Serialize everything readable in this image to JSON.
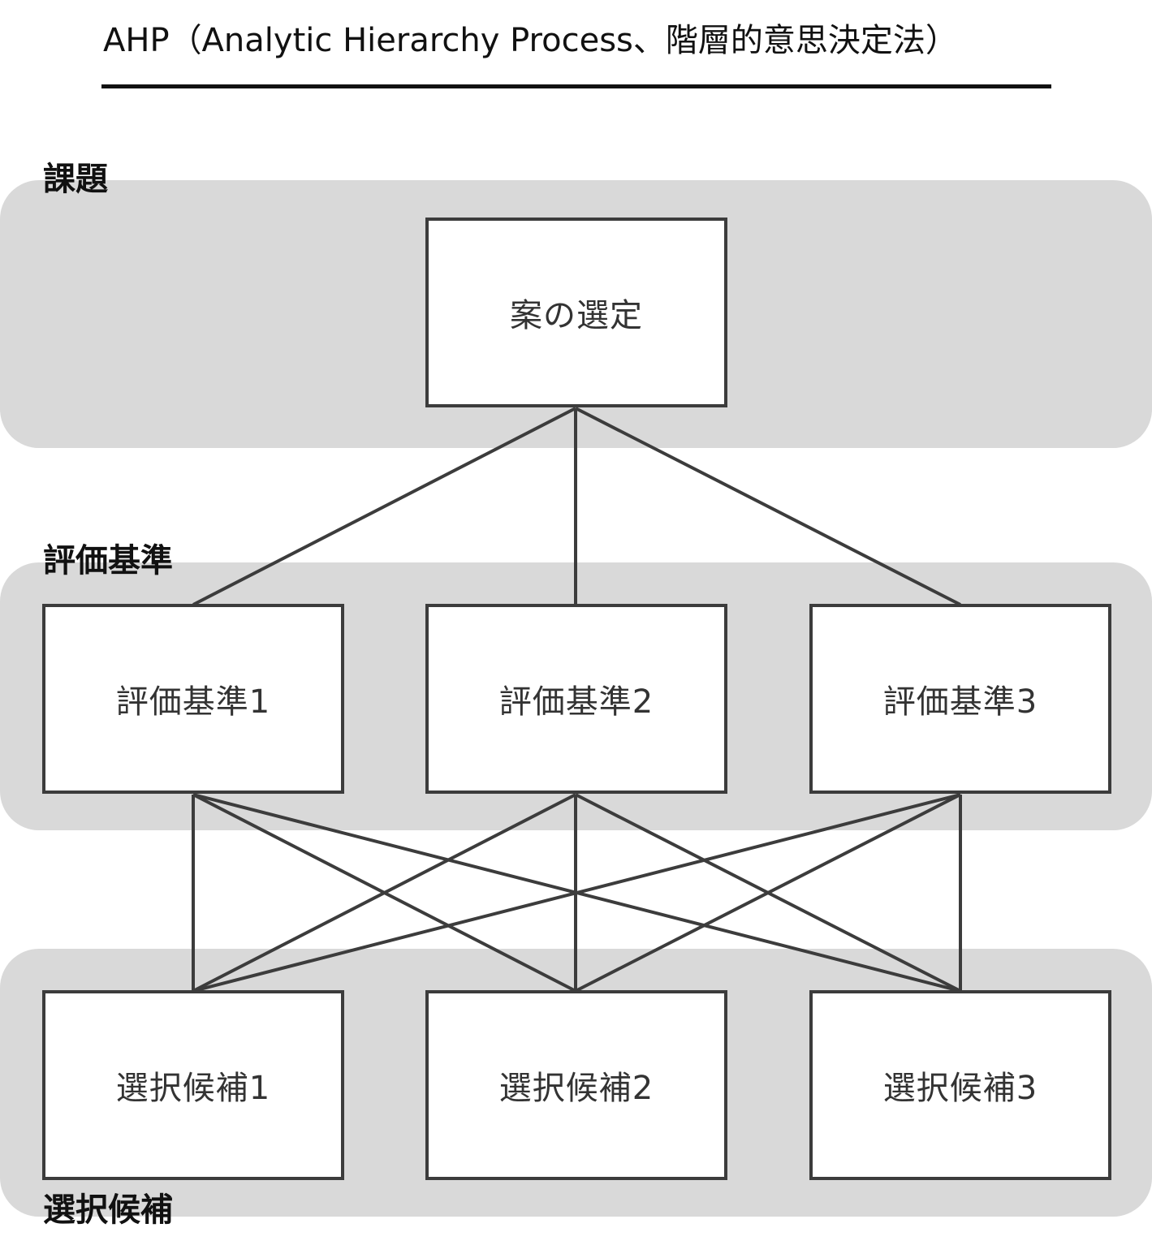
{
  "title": "AHP（Analytic Hierarchy Process、階層的意思決定法）",
  "layers": {
    "task": {
      "label": "課題"
    },
    "criteria": {
      "label": "評価基準"
    },
    "alternatives": {
      "label": "選択候補"
    }
  },
  "nodes": {
    "goal": "案の選定",
    "criteria": [
      "評価基準1",
      "評価基準2",
      "評価基準3"
    ],
    "alternatives": [
      "選択候補1",
      "選択候補2",
      "選択候補3"
    ]
  },
  "colors": {
    "band": "#d9d9d9",
    "line": "#3c3c3c",
    "box_fill": "#ffffff"
  }
}
